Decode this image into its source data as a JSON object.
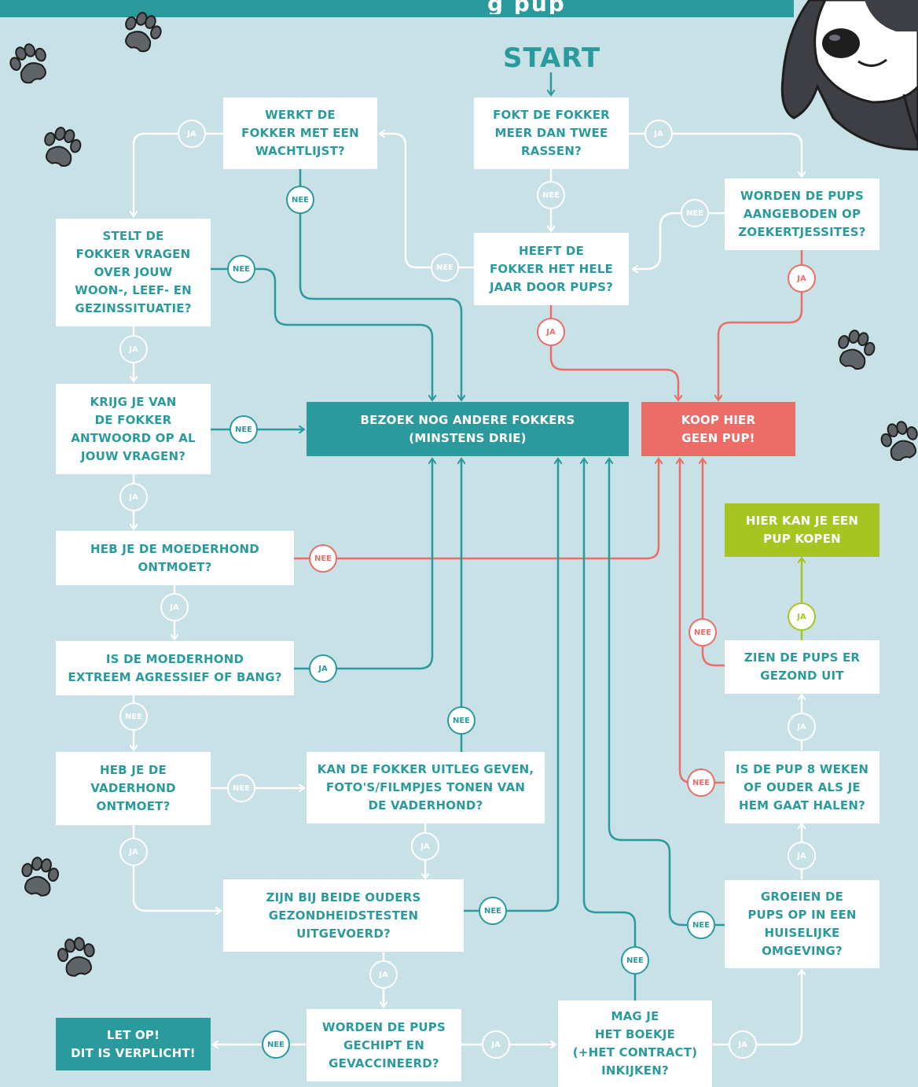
{
  "header": {
    "partial_title": "g pup"
  },
  "start": "START",
  "nodes": {
    "n1": "FOKT DE FOKKER\nMEER DAN TWEE\nRASSEN?",
    "n2": "WERKT DE\nFOKKER MET EEN\nWACHTLIJST?",
    "n3": "WORDEN DE PUPS\nAANGEBODEN OP\nZOEKERTJESSITES?",
    "n4": "HEEFT DE\nFOKKER HET HELE\nJAAR DOOR PUPS?",
    "n5": "STELT DE\nFOKKER VRAGEN\nOVER JOUW\nWOON-, LEEF- EN\nGEZINSSITUATIE?",
    "n6": "KRIJG JE VAN\nDE FOKKER\nANTWOORD OP AL\nJOUW VRAGEN?",
    "n7": "BEZOEK NOG ANDERE FOKKERS\n(MINSTENS DRIE)",
    "n8": "KOOP HIER\nGEEN PUP!",
    "n9": "HIER KAN JE EEN\nPUP KOPEN",
    "n10": "HEB JE DE MOEDERHOND\nONTMOET?",
    "n11": "IS DE MOEDERHOND\nEXTREEM AGRESSIEF OF BANG?",
    "n12": "ZIEN DE PUPS ER\nGEZOND UIT",
    "n13": "HEB JE DE\nVADERHOND\nONTMOET?",
    "n14": "KAN DE FOKKER UITLEG GEVEN,\nFOTO'S/FILMPJES TONEN VAN\nDE VADERHOND?",
    "n15": "IS DE PUP 8 WEKEN\nOF OUDER ALS JE\nHEM GAAT HALEN?",
    "n16": "ZIJN BIJ BEIDE OUDERS\nGEZONDHEIDSTESTEN\nUITGEVOERD?",
    "n17": "GROEIEN DE\nPUPS OP IN EEN\nHUISELIJKE\nOMGEVING?",
    "n18": "LET OP!\nDIT IS VERPLICHT!",
    "n19": "WORDEN DE PUPS\nGECHIPT EN\nGEVACCINEERD?",
    "n20": "MAG JE\nHET BOEKJE\n(+HET CONTRACT)\nINKIJKEN?"
  },
  "edge_labels": {
    "yes": "JA",
    "no": "NEE"
  },
  "colors": {
    "background": "#c7e1e6",
    "teal": "#2a9a9c",
    "red": "#ec6c67",
    "green": "#a7c520",
    "white": "#ffffff"
  },
  "decorations": {
    "paw_icon": "paw-icon",
    "dog_icon": "dog-illustration"
  }
}
